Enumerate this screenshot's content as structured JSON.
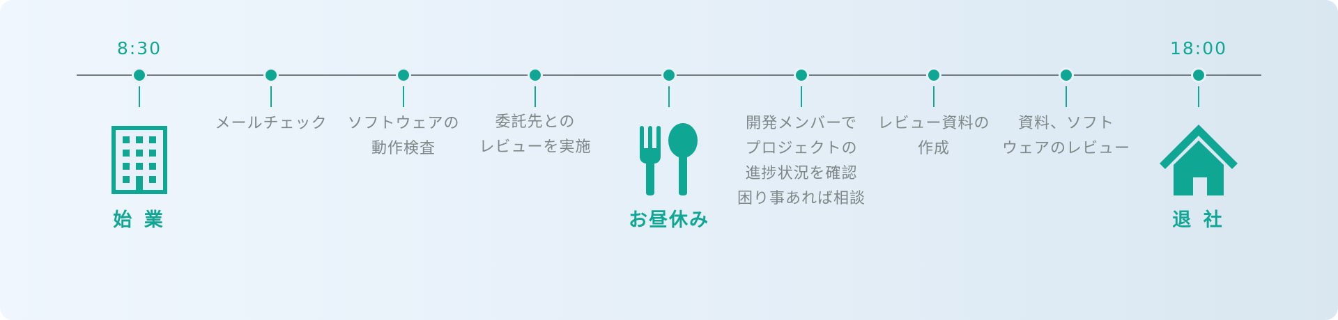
{
  "colors": {
    "accent": "#10a694",
    "text": "#7d8788",
    "line": "#6f7b7d"
  },
  "events": [
    {
      "id": "start",
      "time": "8:30",
      "label": "始 業",
      "icon": "office-building-icon"
    },
    {
      "id": "mail",
      "lines": [
        "メールチェック"
      ]
    },
    {
      "id": "software-check",
      "lines": [
        "ソフトウェアの",
        "動作検査"
      ]
    },
    {
      "id": "review-contractor",
      "lines": [
        "委託先との",
        "レビューを実施"
      ]
    },
    {
      "id": "lunch",
      "label": "お昼休み",
      "icon": "fork-spoon-icon"
    },
    {
      "id": "progress-check",
      "lines": [
        "開発メンバーで",
        "プロジェクトの",
        "進捗状況を確認",
        "困り事あれば相談"
      ]
    },
    {
      "id": "review-docs",
      "lines": [
        "レビュー資料の",
        "作成"
      ]
    },
    {
      "id": "docs-software-review",
      "lines": [
        "資料、ソフト",
        "ウェアのレビュー"
      ]
    },
    {
      "id": "end",
      "time": "18:00",
      "label": "退 社",
      "icon": "house-icon"
    }
  ]
}
